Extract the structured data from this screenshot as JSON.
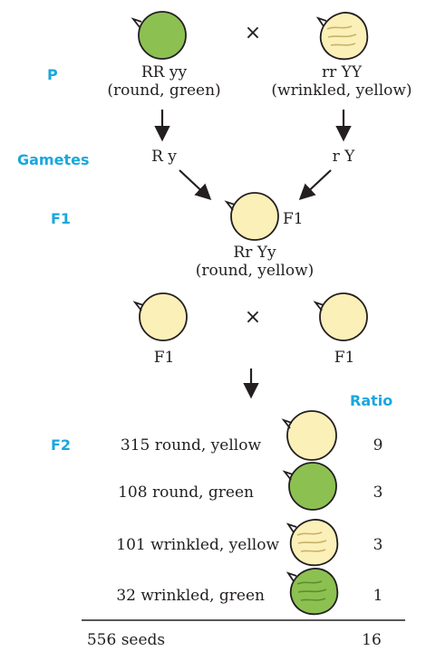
{
  "generations": {
    "p": "P",
    "gametes": "Gametes",
    "f1": "F1",
    "f2": "F2"
  },
  "parents": {
    "left_genotype": "RR yy",
    "left_phenotype": "(round, green)",
    "right_genotype": "rr YY",
    "right_phenotype": "(wrinkled, yellow)",
    "cross_symbol": "×"
  },
  "gametes": {
    "left": "R y",
    "right": "r Y"
  },
  "f1": {
    "tag": "F1",
    "genotype": "Rr Yy",
    "phenotype": "(round, yellow)"
  },
  "f1_cross": {
    "left_label": "F1",
    "right_label": "F1",
    "cross_symbol": "×"
  },
  "f2": {
    "ratio_header": "Ratio",
    "rows": [
      {
        "text": "315 round, yellow",
        "ratio": "9",
        "seed": "round-yellow"
      },
      {
        "text": "108 round, green",
        "ratio": "3",
        "seed": "round-green"
      },
      {
        "text": "101 wrinkled, yellow",
        "ratio": "3",
        "seed": "wrinkled-yellow"
      },
      {
        "text": "32 wrinkled, green",
        "ratio": "1",
        "seed": "wrinkled-green"
      }
    ],
    "total_label": "556 seeds",
    "total_ratio": "16"
  },
  "colors": {
    "generation_label": "#1aa7dd",
    "green_seed": "#8cc152",
    "yellow_seed": "#fbf0b8",
    "wrinkle_line": "#c8b26a",
    "outline": "#231f20"
  }
}
